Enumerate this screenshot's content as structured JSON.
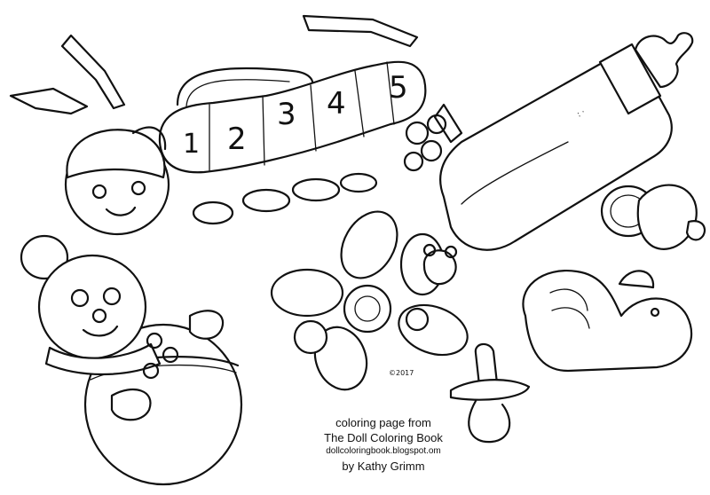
{
  "caterpillar": {
    "numbers": [
      "1",
      "2",
      "3",
      "4",
      "5"
    ]
  },
  "credits": {
    "line1": "coloring page from",
    "line2": "The Doll Coloring Book",
    "line3": "dollcoloringbook.blogspot.om",
    "line4": "by Kathy Grimm"
  },
  "copyright": "©2017"
}
